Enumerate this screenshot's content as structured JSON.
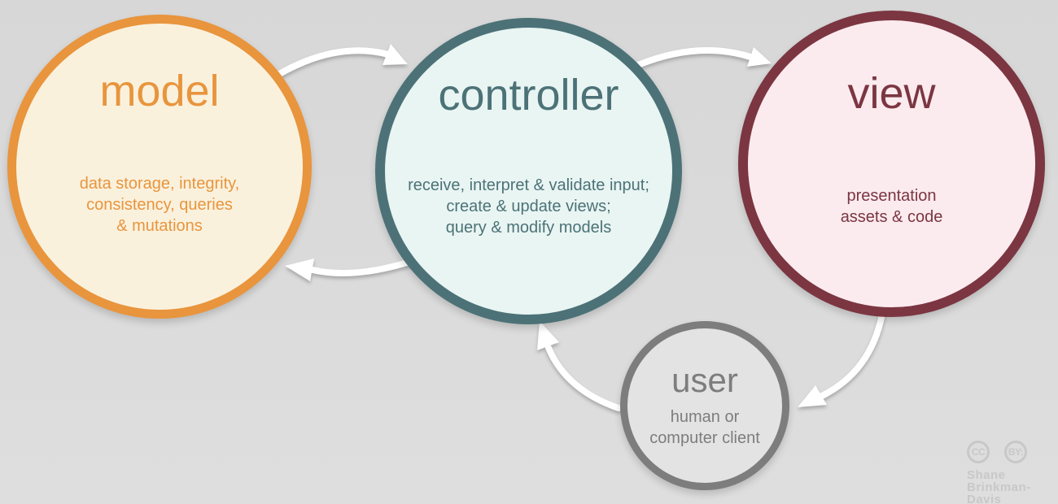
{
  "background": {
    "top_color": "#D7D7D7",
    "bottom_color": "#DEDEDE"
  },
  "nodes": [
    {
      "id": "model",
      "label": "model",
      "description": "data storage, integrity,\nconsistency, queries\n& mutations",
      "border_color": "#E8953D",
      "fill_color": "#FAF1DD",
      "text_color": "#E8953D"
    },
    {
      "id": "controller",
      "label": "controller",
      "description": "receive, interpret & validate input;\ncreate & update views;\nquery & modify models",
      "border_color": "#4C7277",
      "fill_color": "#E9F5F3",
      "text_color": "#4C7277"
    },
    {
      "id": "view",
      "label": "view",
      "description": "presentation\nassets & code",
      "border_color": "#7B3642",
      "fill_color": "#FBEBEE",
      "text_color": "#7B3642"
    },
    {
      "id": "user",
      "label": "user",
      "description": "human or\ncomputer client",
      "border_color": "#7D7D7D",
      "fill_color": "#E3E3E3",
      "text_color": "#7D7D7D"
    }
  ],
  "arrows": [
    {
      "name": "model-to-controller",
      "from": "model",
      "to": "controller",
      "color": "#FFFFFF"
    },
    {
      "name": "controller-to-view",
      "from": "controller",
      "to": "view",
      "color": "#FFFFFF"
    },
    {
      "name": "controller-to-model",
      "from": "controller",
      "to": "model",
      "color": "#FFFFFF"
    },
    {
      "name": "view-to-user",
      "from": "view",
      "to": "user",
      "color": "#FFFFFF"
    },
    {
      "name": "user-to-controller",
      "from": "user",
      "to": "controller",
      "color": "#FFFFFF"
    }
  ],
  "attribution": {
    "badges": [
      "CC",
      "BY:"
    ],
    "author": "Shane\nBrinkman-Davis",
    "color": "#C8C8C8"
  }
}
